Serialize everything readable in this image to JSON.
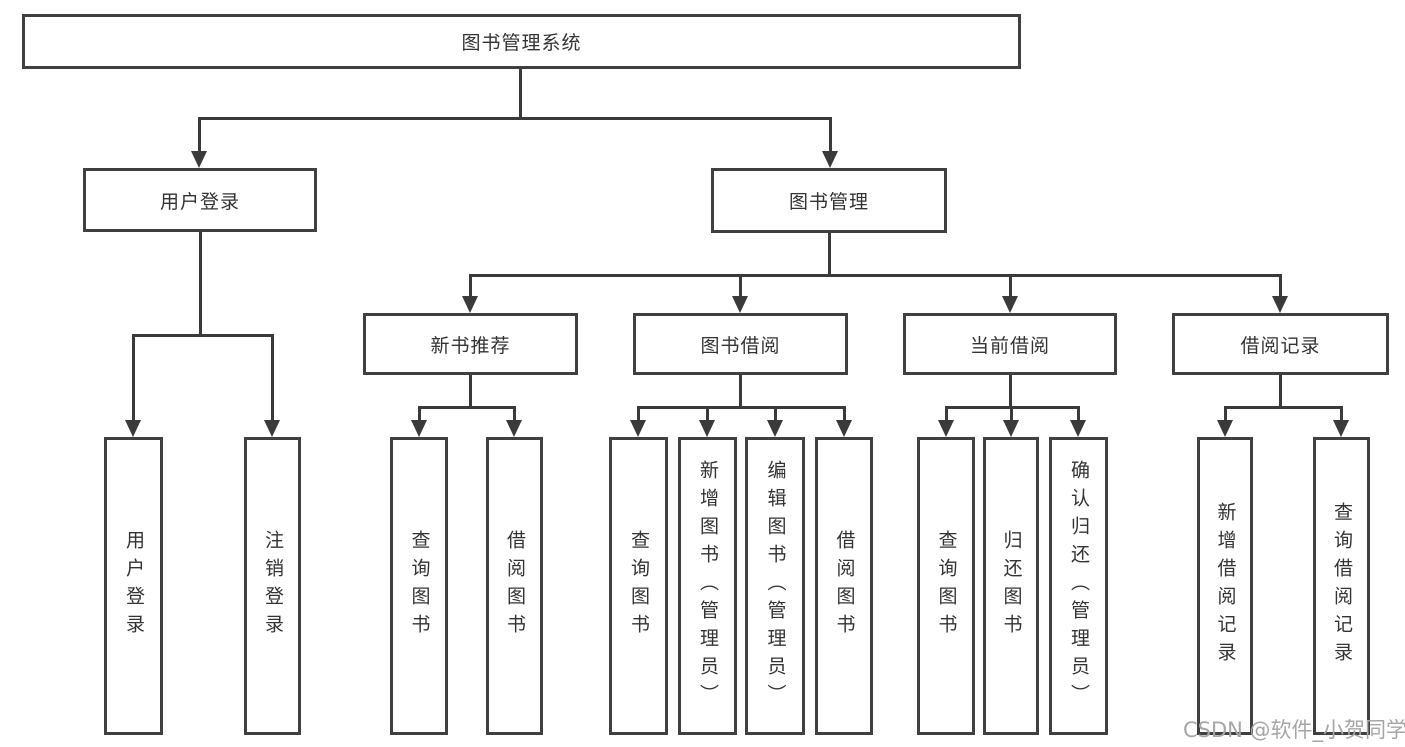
{
  "diagram": {
    "title": "图书管理系统",
    "watermark": "CSDN @软件_小贺同学",
    "colors": {
      "background": "#ffffff",
      "box_border": "#404040",
      "line": "#3a3a3a",
      "text": "#333333",
      "watermark": "#a6a6a6"
    }
  },
  "nodes": [
    {
      "id": "root",
      "label": "图书管理系统",
      "level": 1
    },
    {
      "id": "user-login",
      "label": "用户登录",
      "level": 2
    },
    {
      "id": "book-mgmt",
      "label": "图书管理",
      "level": 2
    },
    {
      "id": "new-book-rec",
      "label": "新书推荐",
      "level": 3
    },
    {
      "id": "book-borrow",
      "label": "图书借阅",
      "level": 3
    },
    {
      "id": "current-borrow",
      "label": "当前借阅",
      "level": 3
    },
    {
      "id": "borrow-record",
      "label": "借阅记录",
      "level": 3
    },
    {
      "id": "leaf-user-login",
      "label": "用户登录",
      "level": 4
    },
    {
      "id": "leaf-logout",
      "label": "注销登录",
      "level": 4
    },
    {
      "id": "leaf-query-book-1",
      "label": "查询图书",
      "level": 4
    },
    {
      "id": "leaf-borrow-book-1",
      "label": "借阅图书",
      "level": 4
    },
    {
      "id": "leaf-query-book-2",
      "label": "查询图书",
      "level": 4
    },
    {
      "id": "leaf-add-book",
      "label": "新增图书（管理员）",
      "level": 4
    },
    {
      "id": "leaf-edit-book",
      "label": "编辑图书（管理员）",
      "level": 4
    },
    {
      "id": "leaf-borrow-book-2",
      "label": "借阅图书",
      "level": 4
    },
    {
      "id": "leaf-query-book-3",
      "label": "查询图书",
      "level": 4
    },
    {
      "id": "leaf-return-book",
      "label": "归还图书",
      "level": 4
    },
    {
      "id": "leaf-confirm-return",
      "label": "确认归还（管理员）",
      "level": 4
    },
    {
      "id": "leaf-add-record",
      "label": "新增借阅记录",
      "level": 4
    },
    {
      "id": "leaf-query-record",
      "label": "查询借阅记录",
      "level": 4
    }
  ]
}
